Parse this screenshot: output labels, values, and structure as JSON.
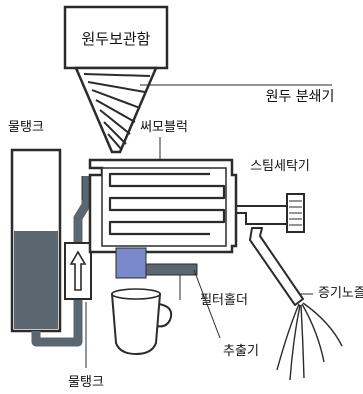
{
  "labels": {
    "bean_hopper": "원두보관함",
    "grinder": "원두 분쇄기",
    "water_tank_top": "물탱크",
    "thermoblock": "써모블럭",
    "steam_tank": "스팀세탁기",
    "steam_nozzle": "증기노즐",
    "filter_holder": "필터홀더",
    "extractor": "추출기",
    "water_tank_bottom": "물탱크"
  },
  "colors": {
    "line": "#2b2b2b",
    "water": "#5a6670",
    "filter": "#7a89c9",
    "background": "#ffffff"
  }
}
